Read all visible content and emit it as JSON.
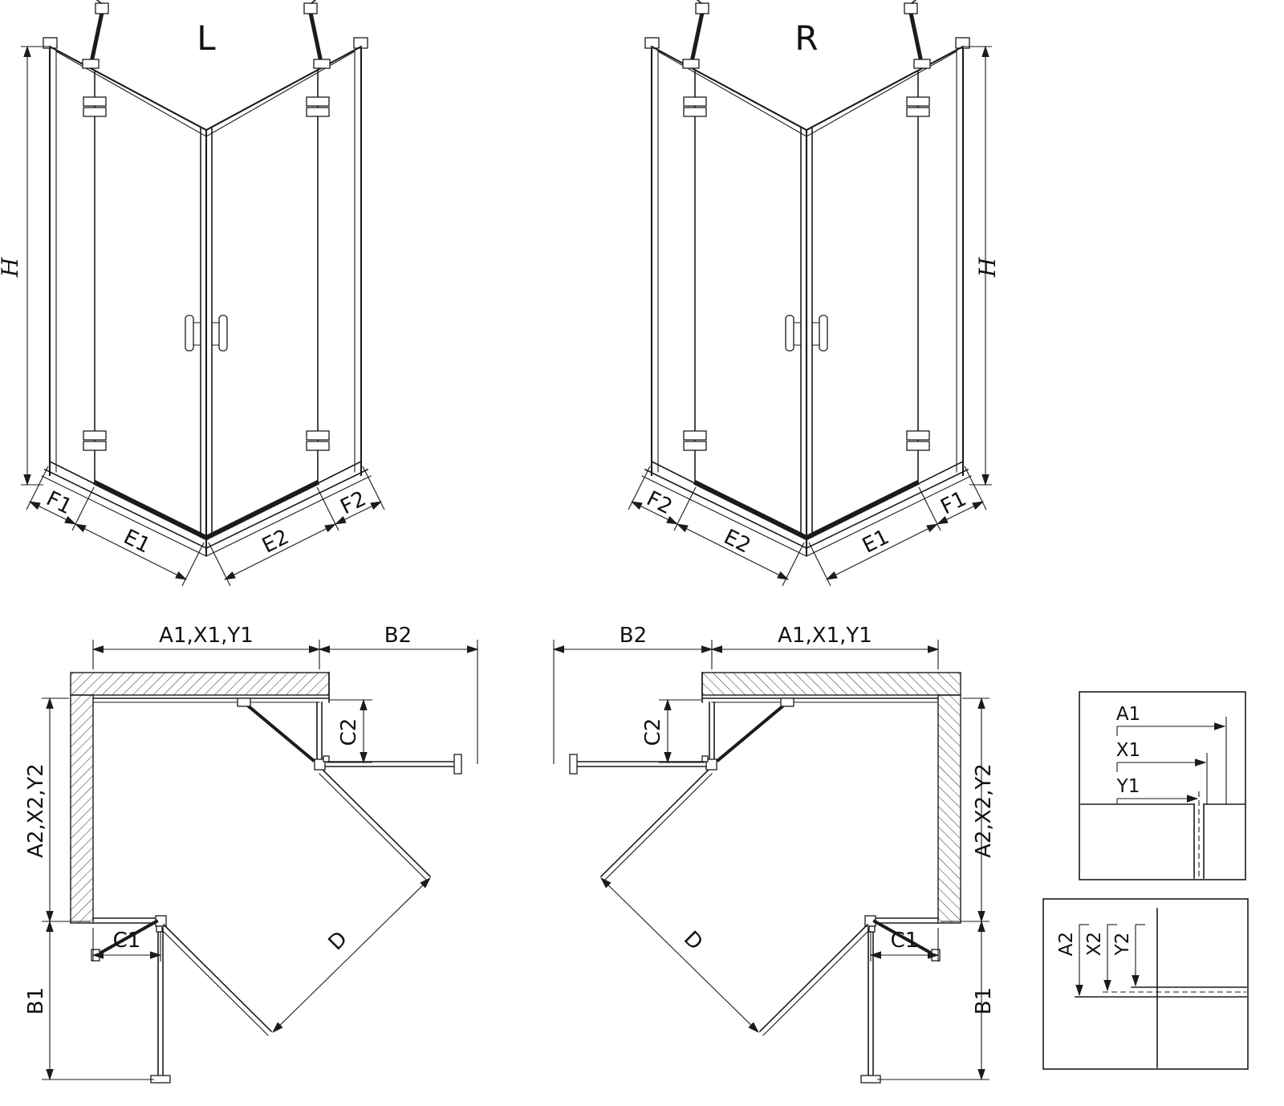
{
  "perspective_left": {
    "title": "L",
    "dims": {
      "h": "H",
      "f1": "F1",
      "e1": "E1",
      "e2": "E2",
      "f2": "F2"
    }
  },
  "perspective_right": {
    "title": "R",
    "dims": {
      "h": "H",
      "f1": "F1",
      "e1": "E1",
      "e2": "E2",
      "f2": "F2"
    }
  },
  "plan_left": {
    "dims": {
      "a1": "A1,X1,Y1",
      "b2": "B2",
      "c2": "C2",
      "a2": "A2,X2,Y2",
      "c1": "C1",
      "b1": "B1",
      "d": "D"
    }
  },
  "plan_right": {
    "dims": {
      "a1": "A1,X1,Y1",
      "b2": "B2",
      "c2": "C2",
      "a2": "A2,X2,Y2",
      "c1": "C1",
      "b1": "B1",
      "d": "D"
    }
  },
  "detail_top": {
    "dims": {
      "a1": "A1",
      "x1": "X1",
      "y1": "Y1"
    }
  },
  "detail_bottom": {
    "dims": {
      "a2": "A2",
      "x2": "X2",
      "y2": "Y2"
    }
  },
  "colors": {
    "line": "#1b1b1b",
    "background": "#ffffff"
  }
}
